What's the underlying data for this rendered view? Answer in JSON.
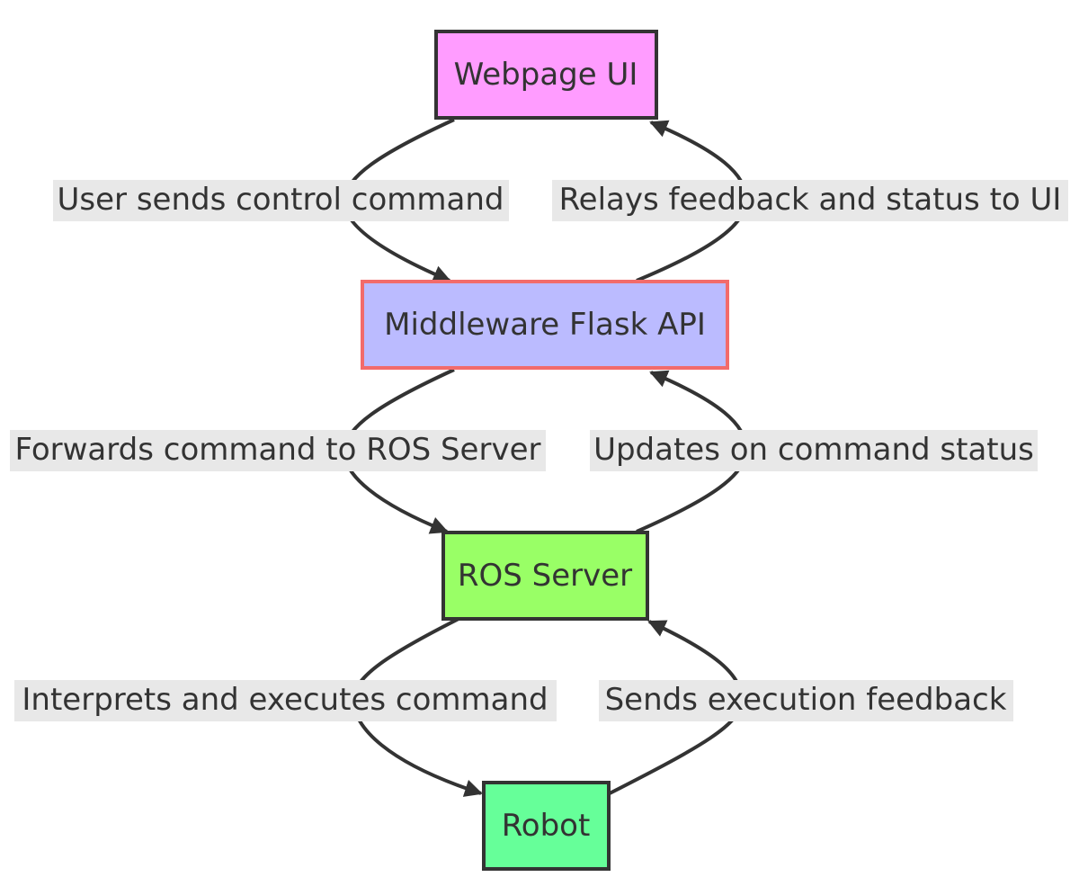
{
  "nodes": [
    {
      "id": "webpage",
      "label": "Webpage UI",
      "fill": "#ff9cff",
      "stroke": "#333333"
    },
    {
      "id": "middleware",
      "label": "Middleware Flask API",
      "fill": "#bbbbff",
      "stroke": "#f26b6b"
    },
    {
      "id": "ros",
      "label": "ROS Server",
      "fill": "#99ff66",
      "stroke": "#333333"
    },
    {
      "id": "robot",
      "label": "Robot",
      "fill": "#66ff99",
      "stroke": "#333333"
    }
  ],
  "edges": [
    {
      "id": "user-command",
      "from": "webpage",
      "to": "middleware",
      "label": "User sends control command"
    },
    {
      "id": "relay-feedback",
      "from": "middleware",
      "to": "webpage",
      "label": "Relays feedback and status to UI"
    },
    {
      "id": "forward-command",
      "from": "middleware",
      "to": "ros",
      "label": "Forwards command to ROS Server"
    },
    {
      "id": "status-updates",
      "from": "ros",
      "to": "middleware",
      "label": "Updates on command status"
    },
    {
      "id": "execute-command",
      "from": "ros",
      "to": "robot",
      "label": "Interprets and executes command"
    },
    {
      "id": "execution-feedback",
      "from": "robot",
      "to": "ros",
      "label": "Sends execution feedback"
    }
  ]
}
